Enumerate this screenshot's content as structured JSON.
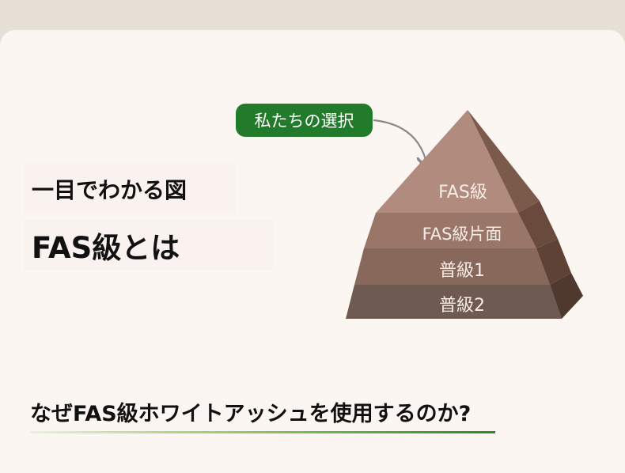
{
  "header": {
    "subtitle": "一目でわかる図",
    "title": "FAS級とは"
  },
  "callout": {
    "label": "私たちの選択"
  },
  "pyramid": {
    "tiers": [
      {
        "label": "FAS級"
      },
      {
        "label": "FAS級片面"
      },
      {
        "label": "普級1"
      },
      {
        "label": "普級2"
      }
    ]
  },
  "question": {
    "text": "なぜFAS級ホワイトアッシュを使用するのか?"
  },
  "colors": {
    "background": "#e7e0d6",
    "card": "#fcf6f3",
    "pill": "#227a2b",
    "tier1": "#b08b7e",
    "tier2": "#9a7669",
    "tier3": "#89685c",
    "tier4": "#6f5a51",
    "underline": "#2b8a24"
  }
}
